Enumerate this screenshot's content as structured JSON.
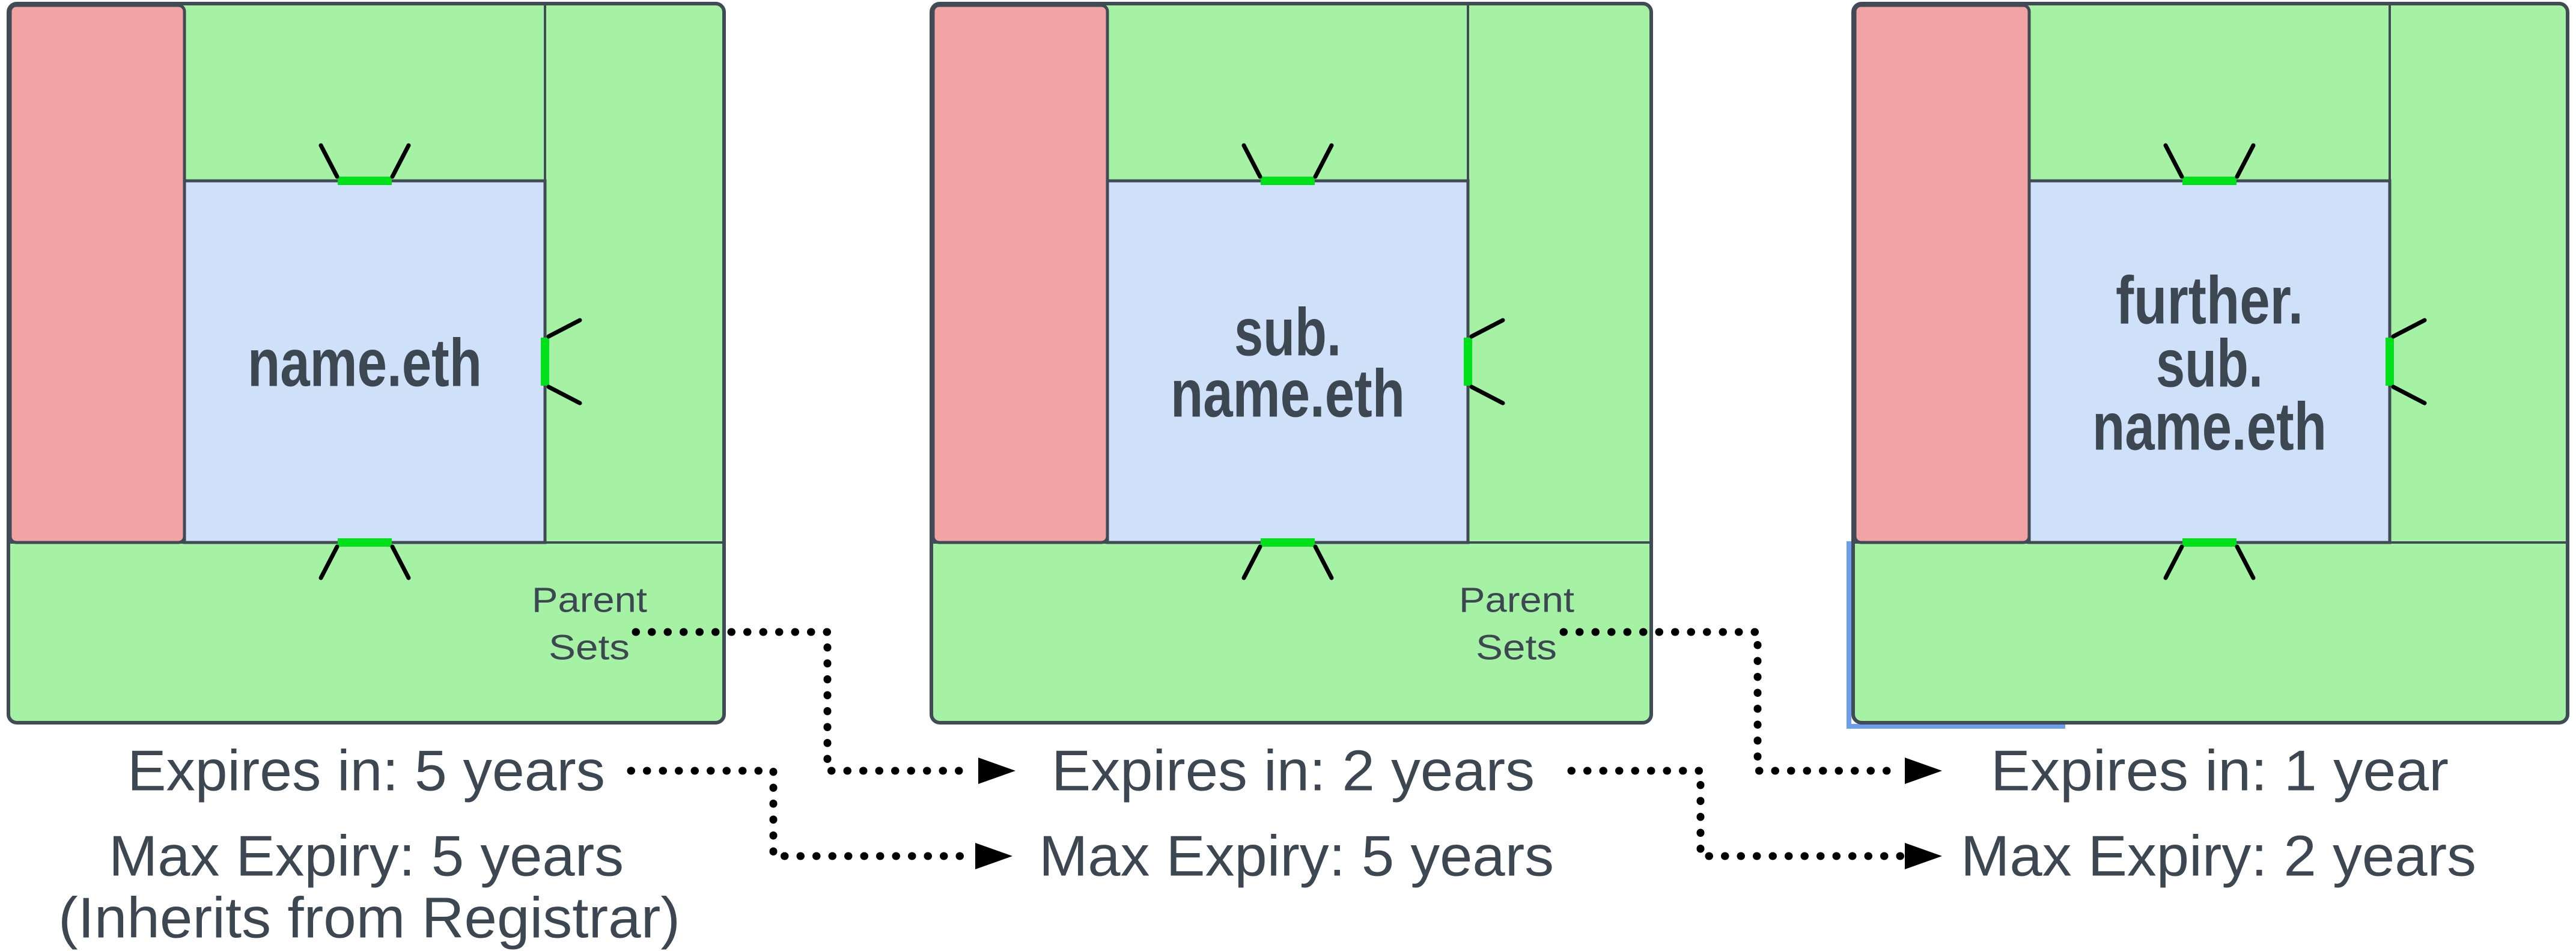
{
  "colors": {
    "background": "#ffffff",
    "region_green": "#a5f2a5",
    "region_red": "#f2a3a3",
    "name_box_blue": "#cfe0f9",
    "connector_green": "#00e01a",
    "outline": "#404b55",
    "text": "#3d4752",
    "hint_blue": "#6d9eeb",
    "arrow_black": "#000000"
  },
  "diagrams": [
    {
      "title_lines": [
        "name.eth"
      ],
      "parent_sets_label": {
        "line1": "Parent",
        "line2": "Sets"
      },
      "expires_label": "Expires in: 5 years",
      "max_expiry_label": "Max Expiry: 5 years",
      "note_label": "(Inherits from Registrar)"
    },
    {
      "title_lines": [
        "sub.",
        "name.eth"
      ],
      "parent_sets_label": {
        "line1": "Parent",
        "line2": "Sets"
      },
      "expires_label": "Expires in: 2 years",
      "max_expiry_label": "Max Expiry: 5 years"
    },
    {
      "title_lines": [
        "further.",
        "sub.",
        "name.eth"
      ],
      "expires_label": "Expires in: 1 year",
      "max_expiry_label": "Max Expiry: 2 years"
    }
  ]
}
